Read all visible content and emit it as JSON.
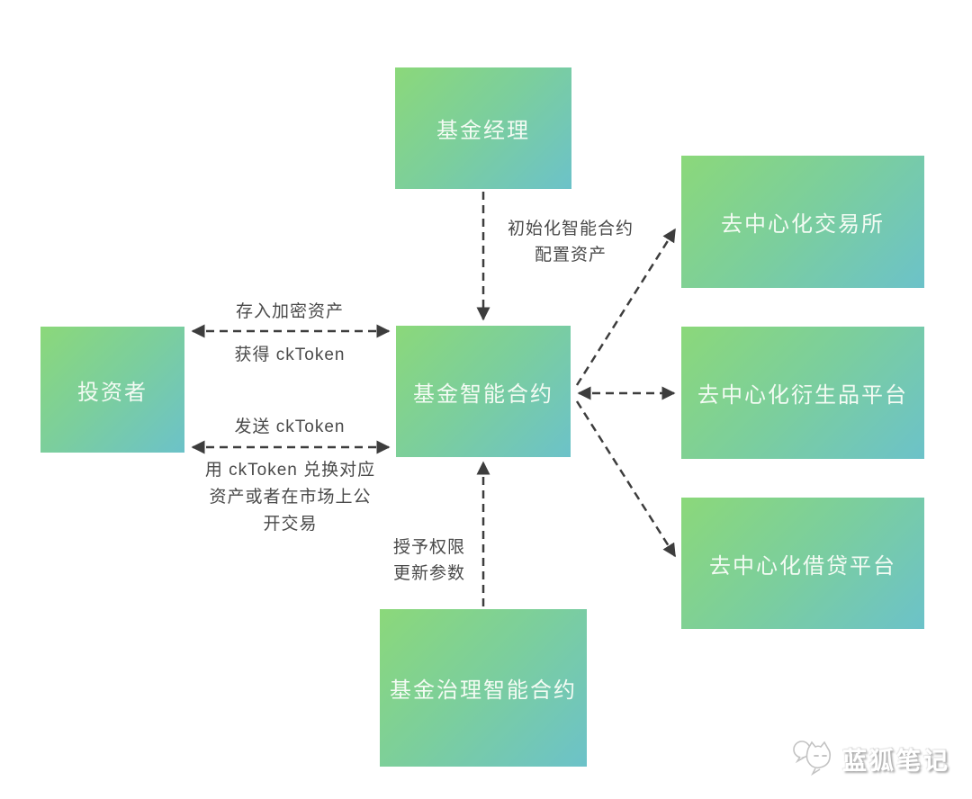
{
  "diagram": {
    "title_implicit": "",
    "nodes": {
      "fund_manager": "基金经理",
      "investor": "投资者",
      "fund_contract": "基金智能合约",
      "governance_contract": "基金治理智能合约",
      "dex": "去中心化交易所",
      "derivatives_platform": "去中心化衍生品平台",
      "lending_platform": "去中心化借贷平台"
    },
    "edge_labels": {
      "init_line1": "初始化智能合约",
      "init_line2": "配置资产",
      "deposit": "存入加密资产",
      "receive": "获得 ckToken",
      "send": "发送 ckToken",
      "redeem_line1": "用 ckToken 兑换对应",
      "redeem_line2": "资产或者在市场上公",
      "redeem_line3": "开交易",
      "grant_line1": "授予权限",
      "grant_line2": "更新参数"
    },
    "edges": [
      {
        "from": "fund_manager",
        "to": "fund_contract",
        "style": "dashed",
        "direction": "one-way",
        "label": "初始化智能合约 配置资产"
      },
      {
        "from": "investor",
        "to": "fund_contract",
        "style": "dashed",
        "direction": "two-way",
        "label": "存入加密资产 / 获得 ckToken"
      },
      {
        "from": "investor",
        "to": "fund_contract",
        "style": "dashed",
        "direction": "two-way",
        "label": "发送 ckToken / 用 ckToken 兑换对应资产或者在市场上公开交易"
      },
      {
        "from": "governance_contract",
        "to": "fund_contract",
        "style": "dashed",
        "direction": "one-way",
        "label": "授予权限 更新参数"
      },
      {
        "from": "fund_contract",
        "to": "dex",
        "style": "dashed",
        "direction": "one-way",
        "label": ""
      },
      {
        "from": "fund_contract",
        "to": "derivatives_platform",
        "style": "dashed",
        "direction": "two-way",
        "label": ""
      },
      {
        "from": "fund_contract",
        "to": "lending_platform",
        "style": "dashed",
        "direction": "one-way",
        "label": ""
      }
    ],
    "colors": {
      "box_gradient_start": "#8bd87a",
      "box_gradient_end": "#6cc2c9",
      "box_text": "#f3fbf3",
      "label_text": "#4a4a4a",
      "arrow": "#3d3d3d",
      "background": "#ffffff"
    }
  },
  "watermark": {
    "brand": "蓝狐笔记",
    "icon": "blue-fox-logo"
  }
}
